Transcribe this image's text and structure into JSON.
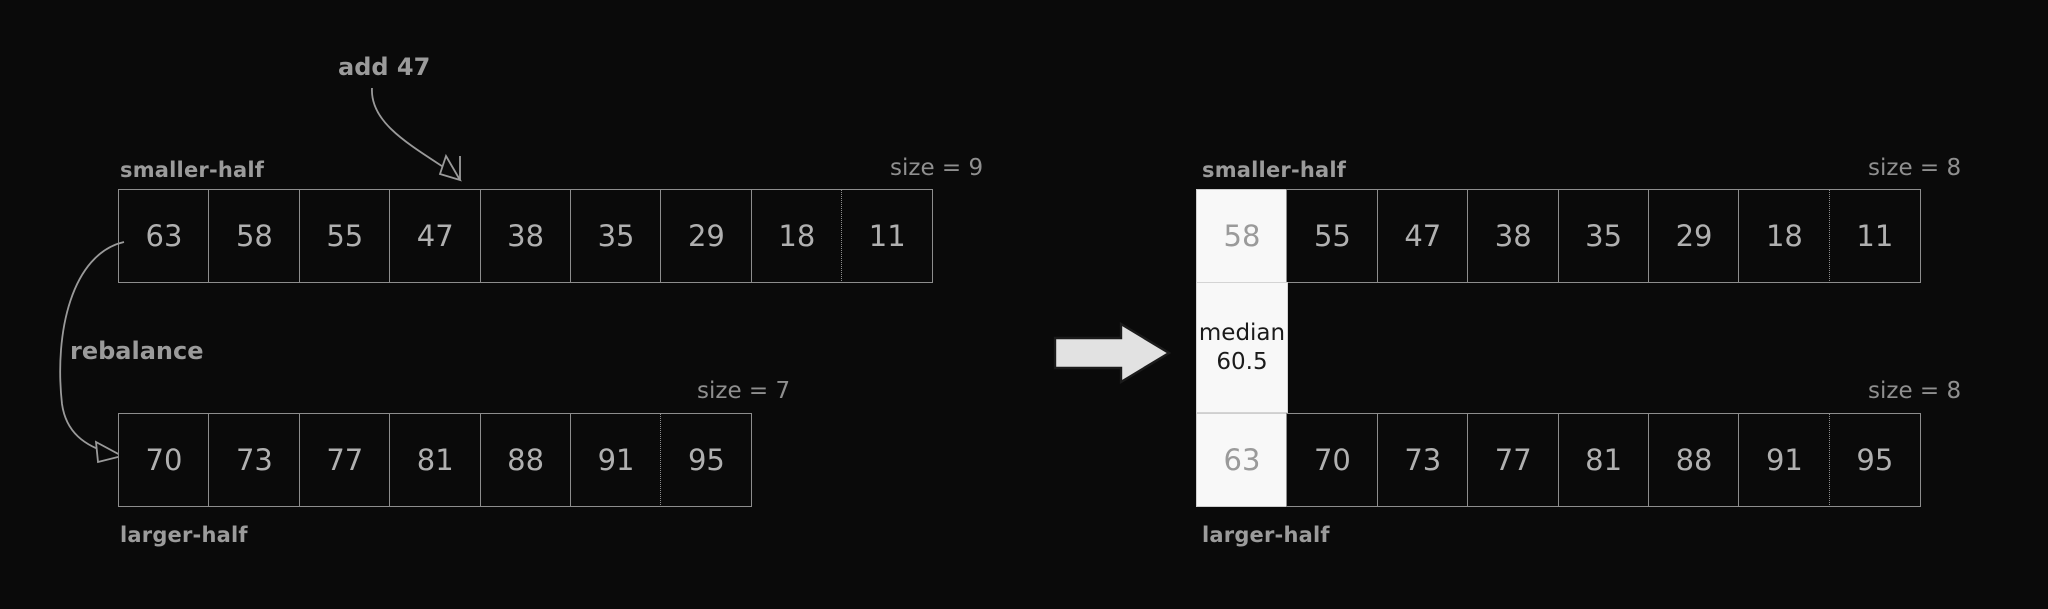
{
  "diagram": {
    "title_semantics": "two-heap median maintenance: insert and rebalance",
    "colors": {
      "background": "#0a0a0a",
      "cell_border": "#8d8d8d",
      "cell_text": "#b0b0b0",
      "label_text": "#9b9b9b",
      "highlight_fill": "#f8f8f8",
      "highlight_text": "#9a9a9a",
      "median_text": "#1b1b1b",
      "arrow_fill": "#e2e2e2",
      "arrow_stroke": "#1b1b1b"
    },
    "annotations": {
      "add": "add 47",
      "rebalance": "rebalance"
    },
    "before": {
      "smaller_half": {
        "label": "smaller-half",
        "size_label": "size = 9",
        "values": [
          63,
          58,
          55,
          47,
          38,
          35,
          29,
          18,
          11
        ]
      },
      "larger_half": {
        "label": "larger-half",
        "size_label": "size = 7",
        "values": [
          70,
          73,
          77,
          81,
          88,
          91,
          95
        ]
      }
    },
    "after": {
      "smaller_half": {
        "label": "smaller-half",
        "size_label": "size = 8",
        "values": [
          58,
          55,
          47,
          38,
          35,
          29,
          18,
          11
        ],
        "highlight_index": 0
      },
      "larger_half": {
        "label": "larger-half",
        "size_label": "size = 8",
        "values": [
          63,
          70,
          73,
          77,
          81,
          88,
          91,
          95
        ],
        "highlight_index": 0
      },
      "median": {
        "caption": "median",
        "value": "60.5"
      }
    }
  }
}
